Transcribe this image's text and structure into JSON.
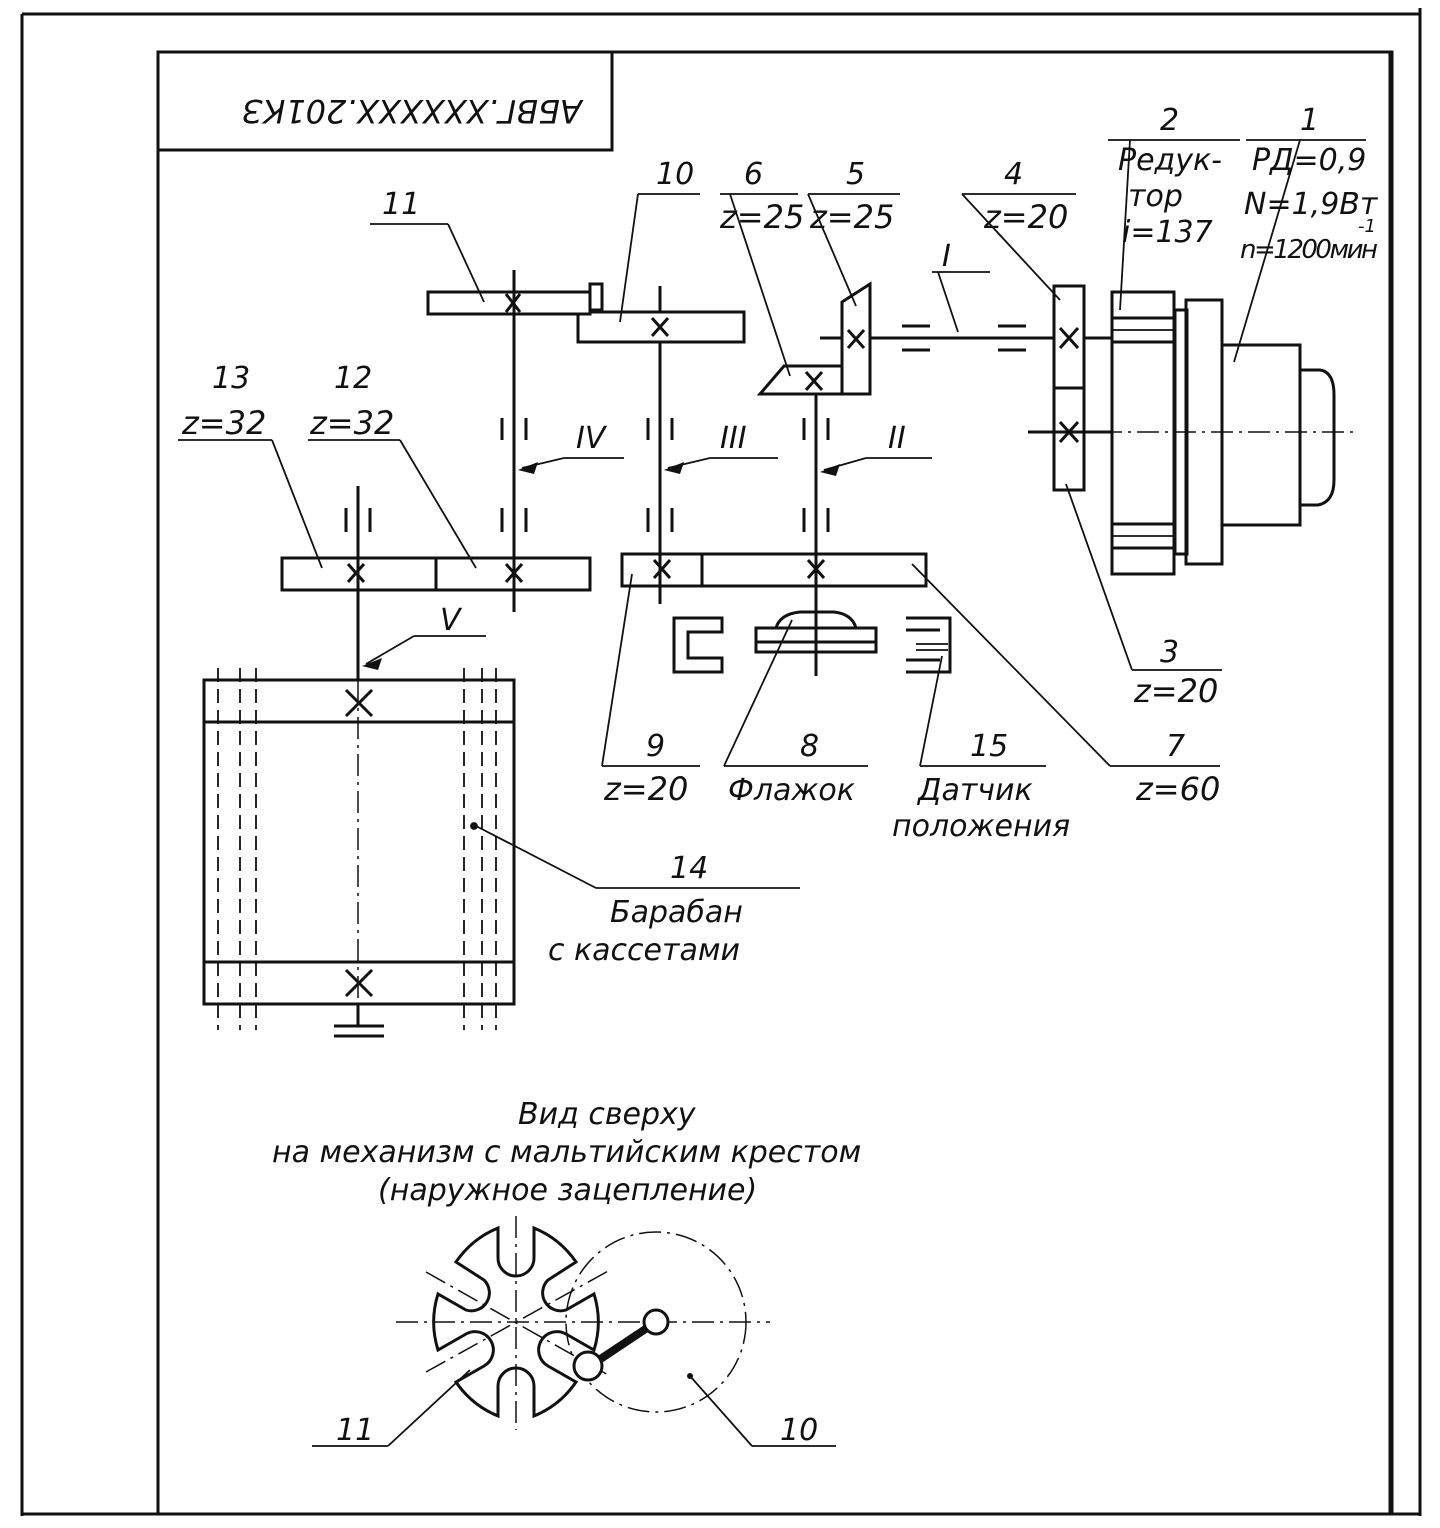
{
  "stamp": "АБВГ.XXXXXX.201КЗ",
  "parts": [
    {
      "id": "p1",
      "num": "1",
      "lines": [
        "РД=0,9",
        "N=1,9Вт",
        "n=1200мин"
      ],
      "sup": "-1"
    },
    {
      "id": "p2",
      "num": "2",
      "lines": [
        "Редук-",
        "тор",
        "i=137"
      ]
    },
    {
      "id": "p3",
      "num": "3",
      "lines": [
        "z=20"
      ]
    },
    {
      "id": "p4",
      "num": "4",
      "lines": [
        "z=20"
      ]
    },
    {
      "id": "p5",
      "num": "5",
      "lines": [
        "z=25"
      ]
    },
    {
      "id": "p6",
      "num": "6",
      "lines": [
        "z=25"
      ]
    },
    {
      "id": "p7",
      "num": "7",
      "lines": [
        "z=60"
      ]
    },
    {
      "id": "p8",
      "num": "8",
      "lines": [
        "Флажок"
      ]
    },
    {
      "id": "p9",
      "num": "9",
      "lines": [
        "z=20"
      ]
    },
    {
      "id": "p10",
      "num": "10",
      "lines": []
    },
    {
      "id": "p11",
      "num": "11",
      "lines": []
    },
    {
      "id": "p12",
      "num": "12",
      "lines": [
        "z=32"
      ]
    },
    {
      "id": "p13",
      "num": "13",
      "lines": [
        "z=32"
      ]
    },
    {
      "id": "p14",
      "num": "14",
      "lines": [
        "Барабан",
        "с кассетами"
      ]
    },
    {
      "id": "p15",
      "num": "15",
      "lines": [
        "Датчик",
        "положения"
      ]
    }
  ],
  "shafts": [
    "I",
    "II",
    "III",
    "IV",
    "V"
  ],
  "top_view": {
    "caption": [
      "Вид сверху",
      "на механизм с мальтийским крестом",
      "(наружное зацепление)"
    ],
    "label_left": "11",
    "label_right": "10"
  }
}
